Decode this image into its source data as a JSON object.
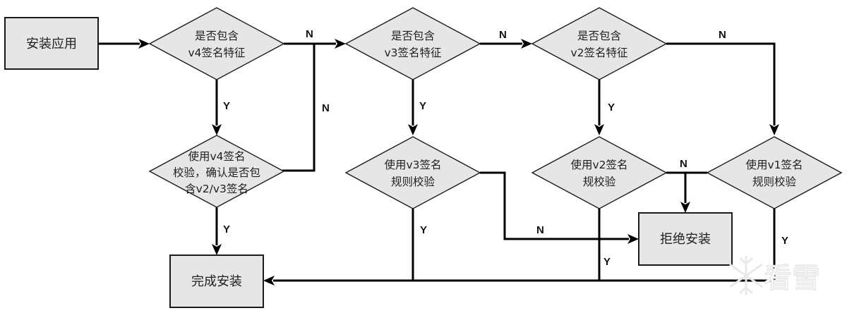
{
  "diagram": {
    "nodes": {
      "start": {
        "label": "安装应用"
      },
      "check_v4": {
        "lines": [
          "是否包含",
          "v4签名特征"
        ]
      },
      "check_v3": {
        "lines": [
          "是否包含",
          "v3签名特征"
        ]
      },
      "check_v2": {
        "lines": [
          "是否包含",
          "v2签名特征"
        ]
      },
      "verify_v4": {
        "lines": [
          "使用v4签名",
          "校验，确认是否包",
          "含v2/v3签名"
        ]
      },
      "verify_v3": {
        "lines": [
          "使用v3签名",
          "规则校验"
        ]
      },
      "verify_v2": {
        "lines": [
          "使用v2签名",
          "规校验"
        ]
      },
      "verify_v1": {
        "lines": [
          "使用v1签名",
          "规则校验"
        ]
      },
      "done": {
        "label": "完成安装"
      },
      "reject": {
        "label": "拒绝安装"
      }
    },
    "edge_labels": {
      "yes": "Y",
      "no": "N"
    },
    "watermark": "看雪"
  }
}
